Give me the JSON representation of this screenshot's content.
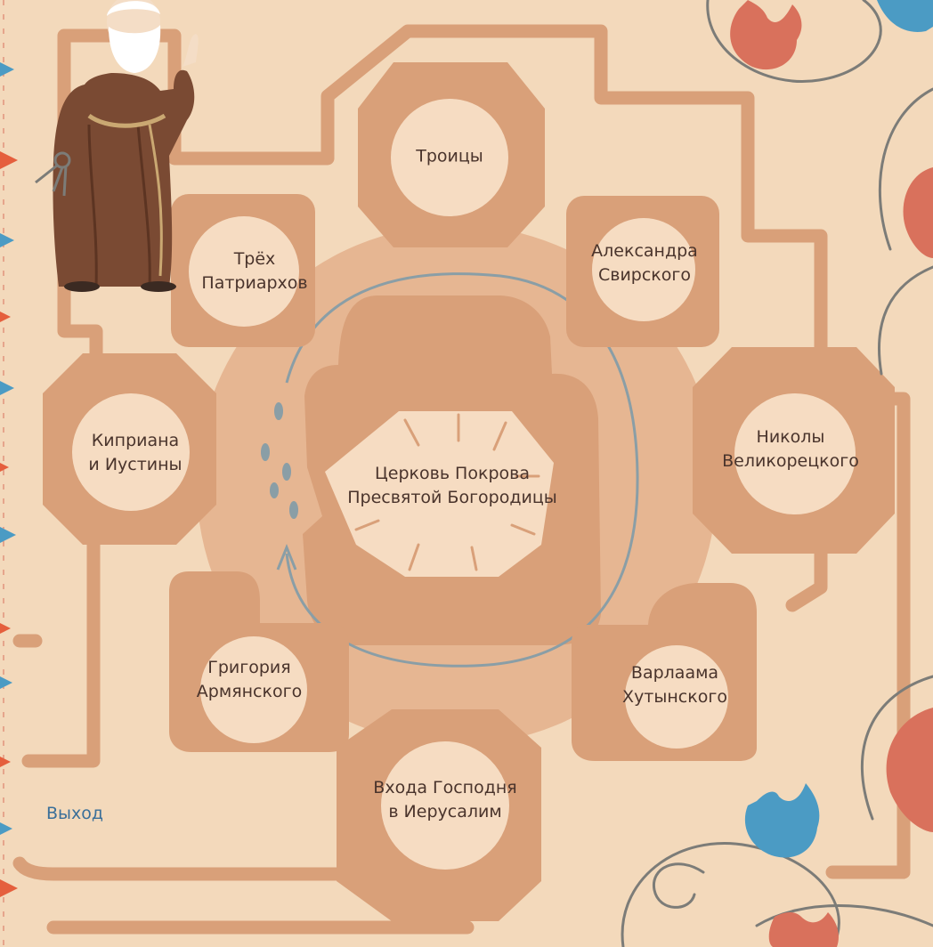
{
  "chapels": [
    {
      "id": "trinity",
      "line1": "Троицы",
      "line2": ""
    },
    {
      "id": "three-patriarchs",
      "line1": "Трёх",
      "line2": "Патриархов"
    },
    {
      "id": "alexander-svirsky",
      "line1": "Александра",
      "line2": "Свирского"
    },
    {
      "id": "cyprian-justina",
      "line1": "Киприана",
      "line2": "и Иустины"
    },
    {
      "id": "central-church",
      "line1": "Церковь Покрова",
      "line2": "Пресвятой Богородицы"
    },
    {
      "id": "nicholas-velikoretsky",
      "line1": "Николы",
      "line2": "Великорецкого"
    },
    {
      "id": "gregory-armenian",
      "line1": "Григория",
      "line2": "Армянского"
    },
    {
      "id": "varlaam-khutynsky",
      "line1": "Варлаама",
      "line2": "Хутынского"
    },
    {
      "id": "entry-jerusalem",
      "line1": "Входа Господня",
      "line2": "в Иерусалим"
    }
  ],
  "exit_label": "Выход",
  "colors": {
    "background": "#f3d9bb",
    "chapel": "#d9a079",
    "chapel_center": "#f6dcc2",
    "maze_path": "#d9a079",
    "central_platform": "#e6b692",
    "route_line": "#8a9ea6",
    "label_text": "#4a342c",
    "exit_text": "#3a6f99",
    "flower_red": "#d9715c",
    "flower_blue": "#4b9bc4",
    "vine": "#7c7c78",
    "monk_robe": "#7a4a33"
  }
}
